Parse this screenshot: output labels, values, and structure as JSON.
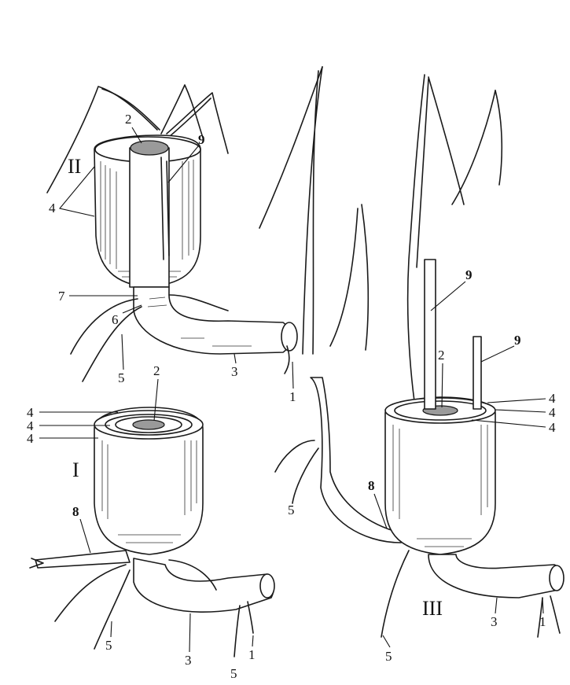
{
  "figure": {
    "groups": [
      {
        "id": "I",
        "label": "I"
      },
      {
        "id": "II",
        "label": "II"
      },
      {
        "id": "III",
        "label": "III"
      }
    ],
    "labels": {
      "g2": {
        "n1": "1",
        "n2": "2",
        "n3": "3",
        "n4a": "4",
        "n5": "5",
        "n6": "6",
        "n7": "7",
        "n9": "9"
      },
      "g1": {
        "n1": "1",
        "n2": "2",
        "n3": "3",
        "n4a": "4",
        "n4b": "4",
        "n4c": "4",
        "n5a": "5",
        "n5b": "5",
        "n8": "8"
      },
      "g3": {
        "n1": "1",
        "n2": "2",
        "n3": "3",
        "n4a": "4",
        "n4b": "4",
        "n4c": "4",
        "n5a": "5",
        "n5b": "5",
        "n8": "8",
        "n9a": "9",
        "n9b": "9"
      }
    }
  }
}
